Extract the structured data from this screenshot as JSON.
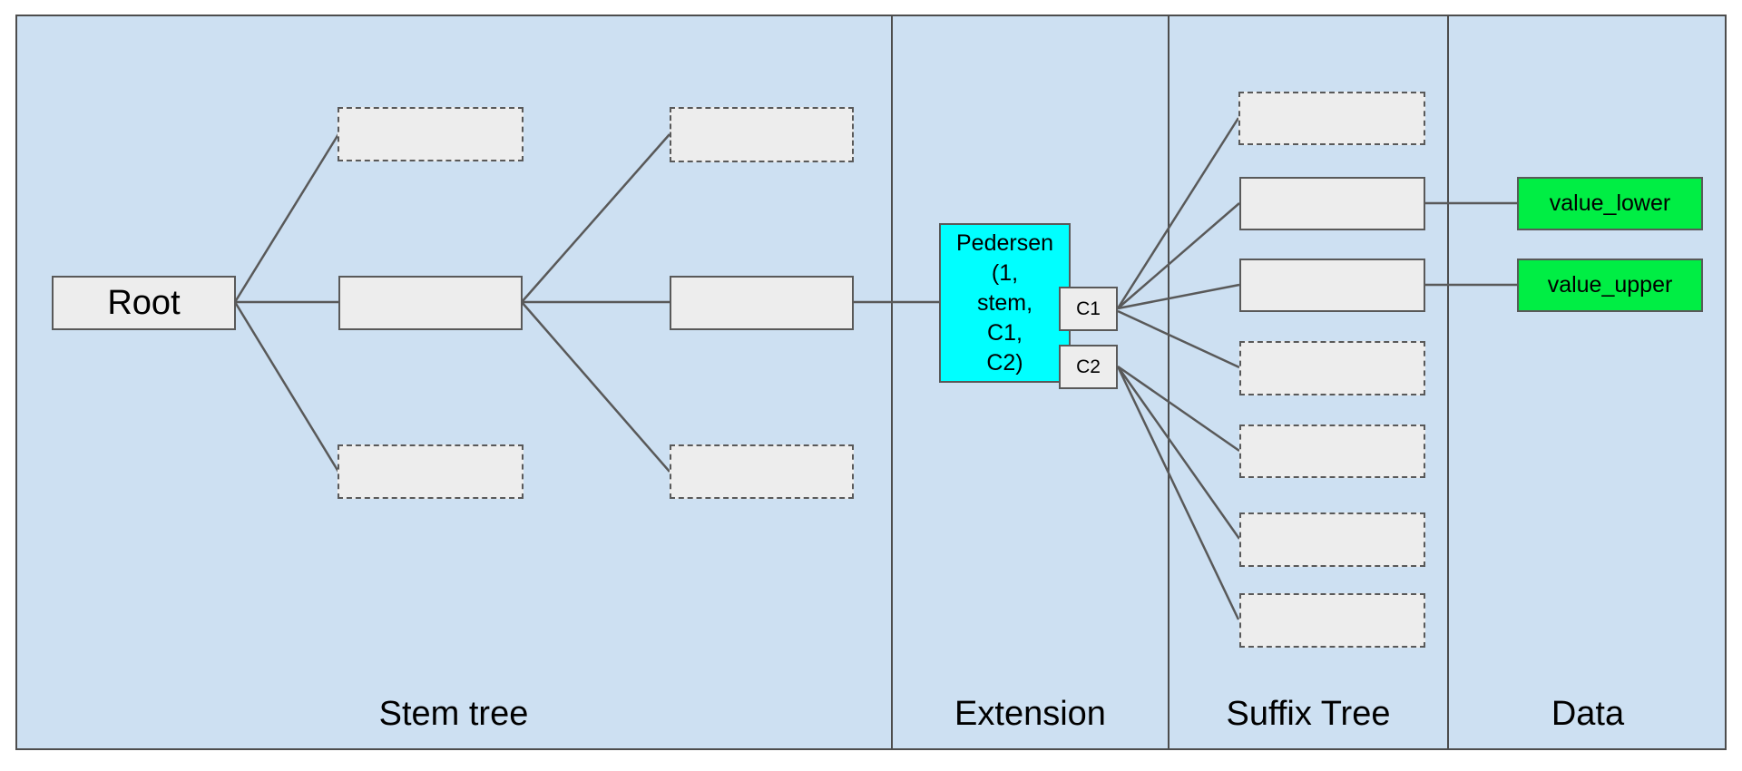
{
  "diagram": {
    "sections": [
      {
        "label": "Stem tree"
      },
      {
        "label": "Extension"
      },
      {
        "label": "Suffix Tree"
      },
      {
        "label": "Data"
      }
    ],
    "nodes": {
      "root": {
        "label": "Root"
      },
      "pedersen": {
        "label": "Pedersen (1, stem, C1, C2)",
        "lines": [
          "Pedersen",
          "(1,",
          "stem,",
          "C1,",
          "C2)"
        ]
      },
      "c1": {
        "label": "C1"
      },
      "c2": {
        "label": "C2"
      },
      "value_lower": {
        "label": "value_lower"
      },
      "value_upper": {
        "label": "value_upper"
      }
    },
    "colors": {
      "canvas_background": "#ffffff",
      "panel_fill": "#cde0f2",
      "panel_border": "#4d4d4d",
      "node_fill": "#ededed",
      "node_border": "#595959",
      "connector": "#595959",
      "pedersen_fill": "#00ffff",
      "value_fill": "#00ee44",
      "text_color": "#000000"
    }
  }
}
